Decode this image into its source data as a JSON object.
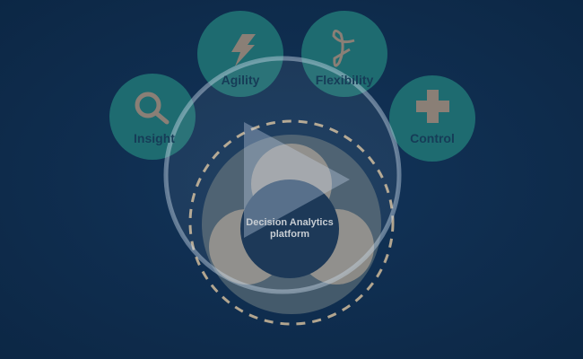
{
  "video": {
    "pillars": [
      {
        "label": "Insight",
        "icon": "magnifier-icon"
      },
      {
        "label": "Agility",
        "icon": "lightning-icon"
      },
      {
        "label": "Flexibility",
        "icon": "script-f-icon"
      },
      {
        "label": "Control",
        "icon": "dpad-icon"
      }
    ],
    "center_label_line1": "Decision Analytics",
    "center_label_line2": "platform"
  },
  "colors": {
    "background": "#0f2d4e",
    "teal": "#1e6b70",
    "gear": "#8b8a86"
  }
}
